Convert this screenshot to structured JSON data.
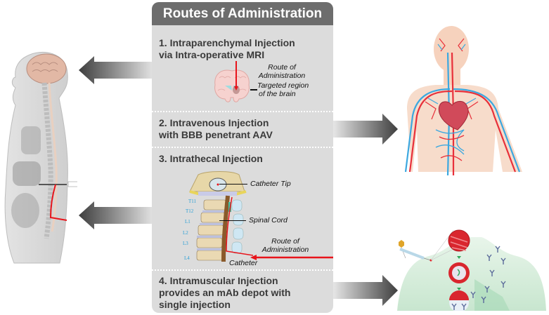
{
  "panel": {
    "title": "Routes of Administration",
    "routes": [
      {
        "number": "1.",
        "title_line1": "1. Intraparenchymal Injection",
        "title_line2": "via Intra-operative MRI",
        "diagram": {
          "subject": "brain coronal section",
          "labels": [
            "Route of",
            "Administration",
            "Targeted region",
            "of the brain"
          ]
        }
      },
      {
        "number": "2.",
        "title_line1": "2. Intravenous Injection",
        "title_line2": "with BBB penetrant AAV"
      },
      {
        "number": "3.",
        "title_line1": "3. Intrathecal Injection",
        "diagram": {
          "subject": "lumbar spine with catheter",
          "labels": {
            "catheter_tip": "Catheter Tip",
            "spinal_cord": "Spinal Cord",
            "route_line1": "Route of",
            "route_line2": "Administration",
            "catheter": "Catheter"
          },
          "vertebrae": [
            "T11",
            "T12",
            "L1",
            "L2",
            "L3",
            "L4"
          ]
        }
      },
      {
        "number": "4.",
        "title_line1": "4. Intramuscular Injection",
        "title_line2": "provides an mAb depot with",
        "title_line3": "single injection"
      }
    ]
  },
  "illustrations": {
    "left": "human sagittal section showing brain and spinal cord",
    "right_top": "human circulatory system",
    "right_bottom": "torso with intramuscular injection and antibodies"
  },
  "arrows": [
    {
      "direction": "left",
      "from_route": 1
    },
    {
      "direction": "right",
      "from_route": 2
    },
    {
      "direction": "left",
      "from_route": 3
    },
    {
      "direction": "right",
      "from_route": 4
    }
  ],
  "colors": {
    "panel_bg": "#dcdcdc",
    "header_bg": "#6d6d6d",
    "title_text": "#3a3a3a",
    "route_red": "#e8141b",
    "vein_blue": "#3ca8e0",
    "vertebra_label": "#2a9fd6"
  }
}
